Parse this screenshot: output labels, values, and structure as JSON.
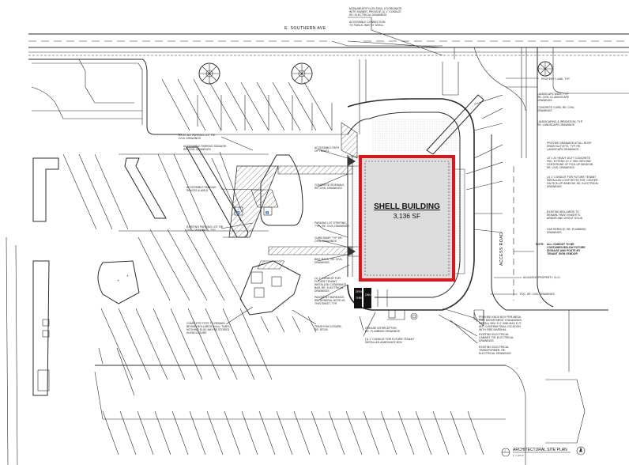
{
  "streets": {
    "north": "E. SOUTHERN AVE",
    "east": "ACCESS ROAD"
  },
  "building": {
    "title": "SHELL BUILDING",
    "area": "3,136 SF",
    "outline_color": "#e0141c"
  },
  "title_block": {
    "drawing_number": "1",
    "title": "ARCHITECTURAL SITE PLAN",
    "scale": "1\" = 20'-0\""
  },
  "notes": {
    "monument": [
      "MONUMENT/PYLON SIGN, COORDINATE",
      "WITH OWNER, PROVIDE (1) 1\" CONDUIT,",
      "RE: ELECTRICAL DRAWINGS"
    ],
    "accessible_connection": [
      "ACCESSIBLE CONNECTION",
      "TO PUBLIC WAY BY SHELL"
    ],
    "property_line": [
      "PROPERTY LINE, TYP."
    ],
    "landscape_wall": [
      "LANDSCAPE WALL, TYP.",
      "RE: CIVIL & LANDSCAPE",
      "DRAWINGS"
    ],
    "concrete_curb": [
      "CONCRETE CURB, RE: CIVIL",
      "DRAWINGS"
    ],
    "landscaping_irrigation": [
      "LANDSCAPING & IRRIGATION, TYP.",
      "RE: LANDSCAPE DRAWINGS"
    ],
    "roof_drainage": [
      "PROVIDE DRAINAGE AT ALL ROOF",
      "DRAIN OUTLETS, TYP. RE:",
      "LANDSCAPE DRAWINGS"
    ],
    "heavy_duty_concrete": [
      "10' x 24' HEAVY DUTY CONCRETE",
      "PAD, EXTEND 10'-0\" MIN. BEYOND",
      "CENTERLINE OF PICK-UP WINDOW,",
      "RE: CIVIL DRAWINGS"
    ],
    "conduit_loop": [
      "(1) 1\" CONDUIT FOR FUTURE TENANT",
      "INSTALLED LOOP DETECTOR, CENTER",
      "ON PICK-UP WINDOW, RE: ELECTRICAL",
      "DRAWINGS"
    ],
    "existing_bollards": [
      "EXISTING BOLLARDS TO",
      "REMAIN, PAINT KNIGHT'S",
      "ARMOR AND GROUT SOLID"
    ],
    "gas_service": [
      "GAS SERVICE, RE: PLUMBING",
      "DRAWINGS"
    ],
    "conduit_menu": [
      "NOTE:",
      "ALL CONDUIT TO BE",
      "CONTAINED BELOW FUTURE",
      "SIGNAGE AND POSTS BY",
      "TENANT SIGN VENDOR"
    ],
    "adjacent_property": [
      "ADJACENT PROPERTY, N.I.C."
    ],
    "fdc": [
      "FDC, RE: CIVIL DRAWINGS"
    ],
    "knox_box": [
      "PROVIDE KNOX BOX PER MESA",
      "FIRE DEPARTMENT STANDARDS,",
      "INSTALL MIN. 5'-0\" AND MAX 6'-0\"",
      "AFF, CONFIRM FINAL LOCATION",
      "WITH FIRE MARSHAL"
    ],
    "electrical_cabinet": [
      "EXISTING ELECTRICAL",
      "CABINET, RE: ELECTRICAL",
      "DRAWINGS"
    ],
    "transformer": [
      "EXISTING ELECTRICAL",
      "TRANSFORMER, RE:",
      "ELECTRICAL DRAWINGS"
    ],
    "grease_interceptor": [
      "GREASE INTERCEPTOR,",
      "RE: PLUMBING DRAWINGS"
    ],
    "conduit_announce": [
      "(1) 1\" CONDUIT FOR FUTURE TENANT",
      "INSTALLED ANNOUNCE BOX"
    ],
    "trash_enclosure": [
      "TRASH ENCLOSURE,",
      "RE: SF100"
    ],
    "pavement_markings": [
      "PAVEMENT MARKINGS",
      "RE: GENERAL NOTE #9",
      "THIS SHEET, TYP."
    ],
    "conduit_menu_board": [
      "(1) 1\" CONDUIT FOR",
      "FUTURE TENANT",
      "INSTALLED CLEARANCE",
      "BAR, RE: ELECTRICAL",
      "DRAWINGS"
    ],
    "bike_rack": [
      "BIKE RACK, RE: CIVIL",
      "DRAWINGS"
    ],
    "curb_ramp": [
      "CURB RAMP, TYP. RE:",
      "CIVIL DRAWINGS"
    ],
    "parking_striping": [
      "PARKING LOT STRIPING,",
      "TYP., RE: CIVIL DRAWINGS"
    ],
    "concrete_sidewalk": [
      "CONCRETE SIDEWALK,",
      "RE: CIVIL DRAWINGS"
    ],
    "accessible_path": [
      "ACCESSIBLE PATH",
      "OF TRAVEL"
    ],
    "existing_parking": [
      "EXISTING PARKING LOT, RE:",
      "CIVIL DRAWINGS"
    ],
    "accessible_signage": [
      "ACCESSIBLE PARKING SIGNAGE,",
      "RE: CIVIL DRAWINGS"
    ],
    "accessible_spaces": [
      "ACCESSIBLE PARKING",
      "SPACES & AISLE"
    ],
    "existing_parking_typ": [
      "EXISTING PARKING LOT, RE:",
      "CIVIL DRAWINGS, TYP."
    ],
    "complete_tote": [
      "COMPLETE TOTE TO REMAIN",
      "BEHIND BOLLARDS IN ALL TIMES.",
      "NOTHING ELSE MAY BE STORED",
      "IN ENCLOSURE"
    ],
    "drive_thru": [
      "DRIVE",
      "THRU",
      "ONLY"
    ]
  },
  "colors": {
    "linework": "#2b2b2b",
    "building_fill": "#dcdcdc",
    "hatch": "#555555",
    "building_outline": "#e0141c"
  }
}
